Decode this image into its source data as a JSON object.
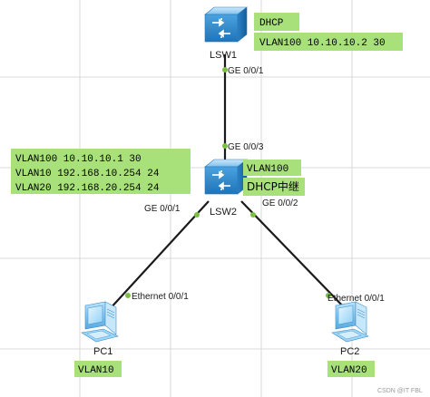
{
  "nodes": {
    "lsw1": {
      "label": "LSW1"
    },
    "lsw2": {
      "label": "LSW2"
    },
    "pc1": {
      "label": "PC1"
    },
    "pc2": {
      "label": "PC2"
    }
  },
  "ports": {
    "lsw1_ge001": "GE 0/0/1",
    "lsw2_ge003": "GE 0/0/3",
    "lsw2_ge001": "GE 0/0/1",
    "lsw2_ge002": "GE 0/0/2",
    "pc1_eth": "Ethernet 0/0/1",
    "pc2_eth": "Ethernet 0/0/1"
  },
  "notes": {
    "lsw1_role": "DHCP",
    "lsw1_vlan": "VLAN100 10.10.10.2 30",
    "lsw2_vlan100_label": "VLAN100",
    "lsw2_role": "DHCP中继",
    "lsw2_interfaces": [
      "VLAN100 10.10.10.1 30",
      "VLAN10 192.168.10.254 24",
      "VLAN20 192.168.20.254 24"
    ],
    "pc1_vlan": "VLAN10",
    "pc2_vlan": "VLAN20"
  },
  "watermark": "CSDN @IT FBL",
  "colors": {
    "note_bg": "#a8e07a",
    "port_dot": "#7bc043",
    "switch_blue": "#3a8fd0"
  }
}
